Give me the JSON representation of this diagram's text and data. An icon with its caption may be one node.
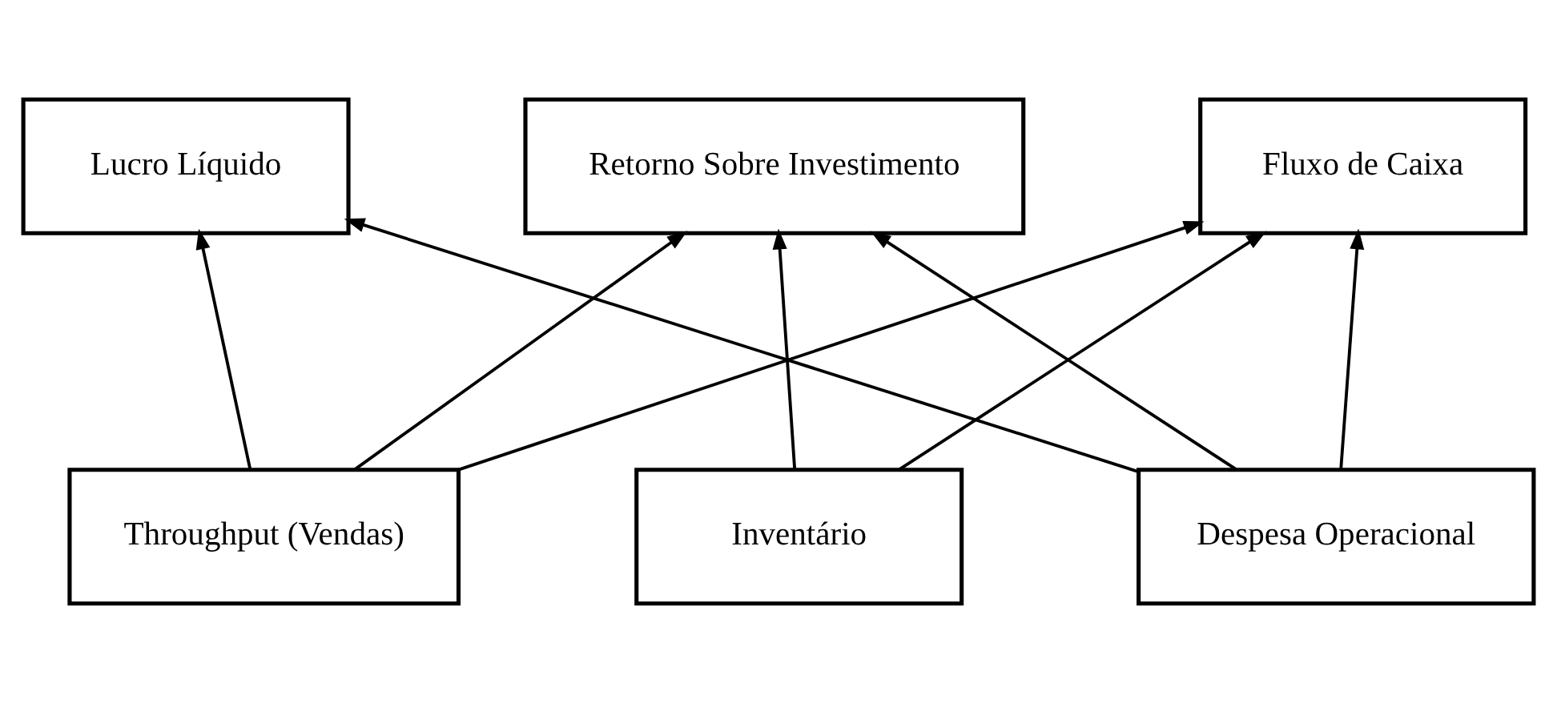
{
  "diagram": {
    "nodes": [
      {
        "text": [
          "Lucro Líquido"
        ]
      },
      {
        "text": [
          "Retorno Sobre Investimento"
        ]
      },
      {
        "text": [
          "Fluxo de Caixa"
        ]
      },
      {
        "text": [
          "Throughput (Vendas)"
        ]
      },
      {
        "text": [
          "Inventário"
        ]
      },
      {
        "text": [
          "Despesa Operacional"
        ]
      }
    ],
    "edges": [
      {
        "from": 3,
        "to": 0,
        "arrow": "to"
      },
      {
        "from": 3,
        "to": 1,
        "arrow": "to"
      },
      {
        "from": 3,
        "to": 2,
        "arrow": "to"
      },
      {
        "from": 4,
        "to": 1,
        "arrow": "to"
      },
      {
        "from": 4,
        "to": 2,
        "arrow": "to"
      },
      {
        "from": 5,
        "to": 0,
        "arrow": "to"
      },
      {
        "from": 5,
        "to": 1,
        "arrow": "to"
      },
      {
        "from": 5,
        "to": 2,
        "arrow": "to"
      }
    ]
  }
}
